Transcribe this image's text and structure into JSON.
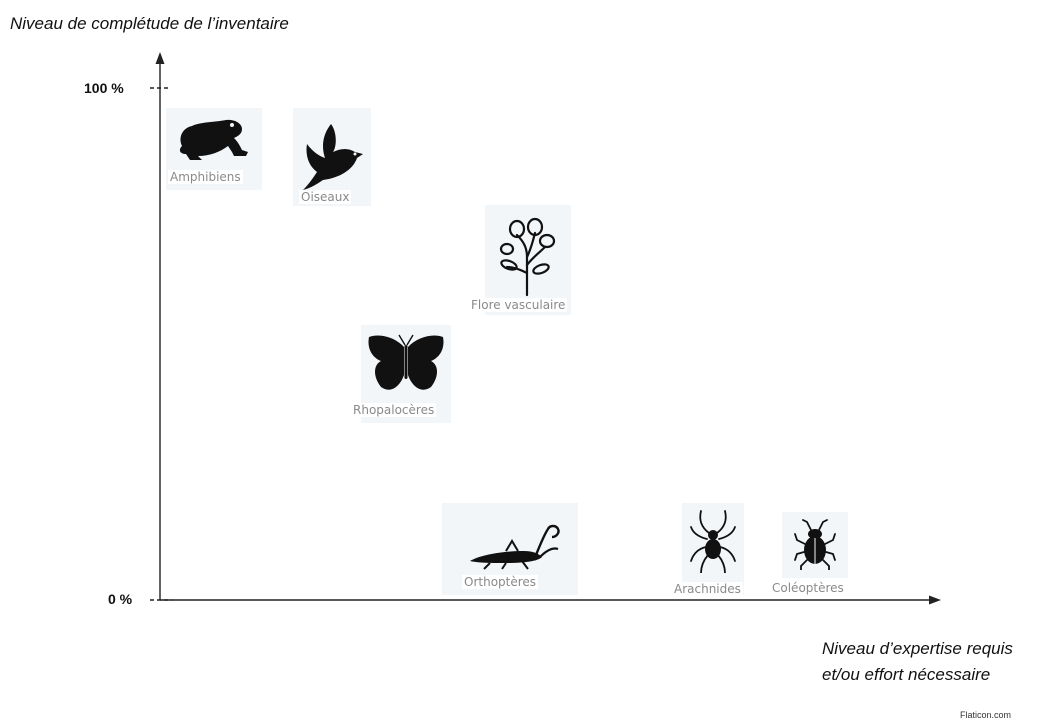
{
  "axes": {
    "y_label": "Niveau de complétude de l’inventaire",
    "x_label_line1": "Niveau d’expertise requis",
    "x_label_line2": "et/ou effort nécessaire",
    "tick_top": "100 %",
    "tick_bottom": "0 %"
  },
  "taxa": [
    {
      "label": "Amphibiens",
      "icon": "frog-icon"
    },
    {
      "label": "Oiseaux",
      "icon": "bird-icon"
    },
    {
      "label": "Flore vasculaire",
      "icon": "flower-icon"
    },
    {
      "label": "Rhopalocères",
      "icon": "butterfly-icon"
    },
    {
      "label": "Orthoptères",
      "icon": "grasshopper-icon"
    },
    {
      "label": "Arachnides",
      "icon": "spider-icon"
    },
    {
      "label": "Coléoptères",
      "icon": "beetle-icon"
    }
  ],
  "credit": "Flaticon.com"
}
